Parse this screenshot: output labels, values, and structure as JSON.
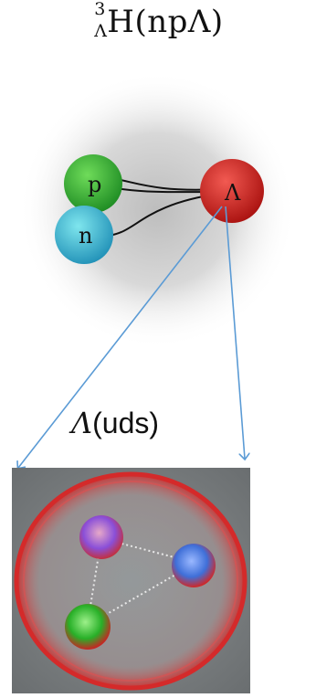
{
  "title": {
    "mass_number": "3",
    "hyperon_subscript": "Λ",
    "text": "H(npΛ)"
  },
  "nucleons": {
    "proton_label": "p",
    "neutron_label": "n",
    "lambda_label": "Λ"
  },
  "lambda_caption": {
    "symbol": "Λ",
    "quarks": "(uds)"
  },
  "colors": {
    "proton": "#2fa52f",
    "neutron": "#2bb7c6",
    "lambda": "#d9201e",
    "arrow": "#5b9bd5",
    "bag": "#cc1f1f",
    "panel_bg": "#7b7f80",
    "quark_purple": "#8a4fd8",
    "quark_blue": "#3f6fd8",
    "quark_green": "#28b028"
  }
}
